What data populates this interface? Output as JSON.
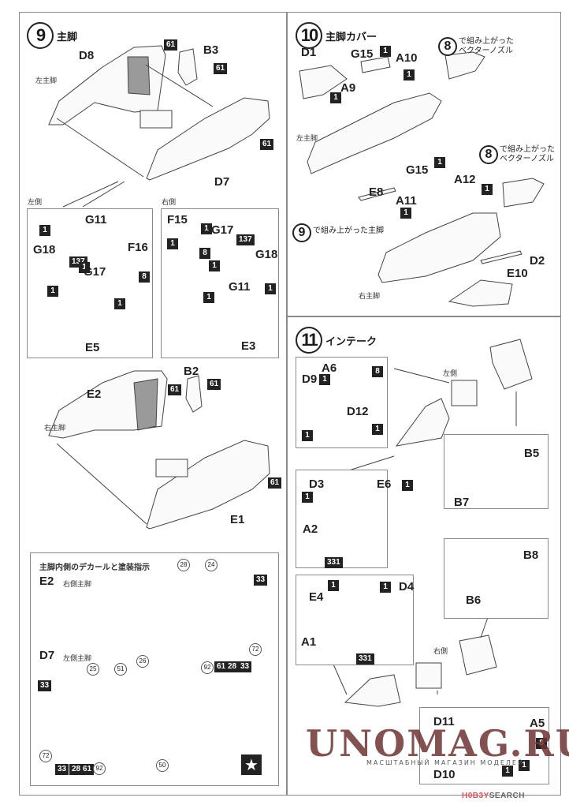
{
  "steps": {
    "step9": {
      "number": "9",
      "title": "主脚",
      "left_main_gear": "左主脚",
      "right_main_gear": "右主脚",
      "left_side": "左側",
      "right_side": "右側",
      "parts": {
        "d8": "D8",
        "b3": "B3",
        "d7": "D7",
        "g11_l": "G11",
        "g18_l": "G18",
        "g17_l": "G17",
        "f16": "F16",
        "e5": "E5",
        "f15": "F15",
        "g17_r": "G17",
        "g18_r": "G18",
        "g11_r": "G11",
        "e3": "E3",
        "b2": "B2",
        "e2": "E2",
        "e1": "E1"
      },
      "callouts": {
        "c61": "61",
        "c1": "1",
        "c137": "137",
        "c8": "8"
      }
    },
    "step10": {
      "number": "10",
      "title": "主脚カバー",
      "left_main_gear": "左主脚",
      "right_main_gear": "右主脚",
      "ref8_text": "で組み上がった\nベクターノズル",
      "ref8_num": "8",
      "ref9_num": "9",
      "ref9_text": "で組み上がった主脚",
      "parts": {
        "d1": "D1",
        "g15_a": "G15",
        "a10": "A10",
        "a9": "A9",
        "e8": "E8",
        "g15_b": "G15",
        "a12": "A12",
        "a11": "A11",
        "d2": "D2",
        "e10": "E10"
      },
      "callouts": {
        "c1": "1"
      }
    },
    "step11": {
      "number": "11",
      "title": "インテーク",
      "left_side": "左側",
      "right_side": "右側",
      "parts": {
        "a6": "A6",
        "d9": "D9",
        "d12": "D12",
        "b5": "B5",
        "b7": "B7",
        "d3": "D3",
        "e6": "E6",
        "a2": "A2",
        "b8": "B8",
        "b6": "B6",
        "e4": "E4",
        "d4": "D4",
        "a1": "A1",
        "d11": "D11",
        "a5": "A5",
        "d10": "D10"
      },
      "callouts": {
        "c1": "1",
        "c8": "8",
        "c331": "331"
      }
    }
  },
  "decal_guide": {
    "title": "主脚内側のデカールと塗装指示",
    "e2_label": "E2",
    "e2_sub": "右側主脚",
    "d7_label": "D7",
    "d7_sub": "左側主脚",
    "e2_decals": [
      "28",
      "24",
      "26",
      "72",
      "92"
    ],
    "e2_colors": [
      "33",
      "61",
      "28",
      "33"
    ],
    "d7_decals": [
      "25",
      "51",
      "72",
      "92",
      "50"
    ],
    "d7_colors": [
      "33",
      "33",
      "28",
      "61"
    ]
  },
  "watermark": {
    "main": "UNOMAG.RU",
    "sub": "МАСШТАБНЫЙ МАГАЗИН МОДЕЛЕЙ"
  },
  "footer": {
    "brand_red": "H0B3Y",
    "brand_gray": "SEARCH",
    "brand_color": "#d9505a"
  }
}
